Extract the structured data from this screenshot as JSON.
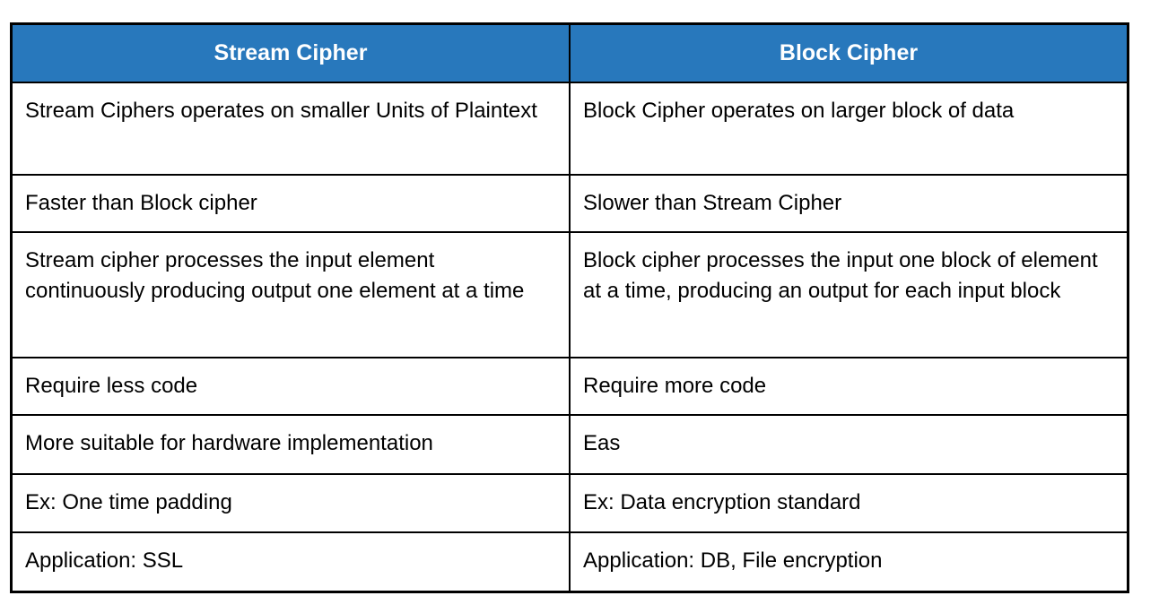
{
  "table": {
    "colors": {
      "header_bg": "#2878bc",
      "header_text": "#ffffff",
      "border": "#000000",
      "body_text": "#000000"
    },
    "headers": [
      {
        "label": "Stream Cipher"
      },
      {
        "label": "Block Cipher"
      }
    ],
    "rows": [
      {
        "left": "Stream Ciphers operates on smaller Units of Plaintext",
        "right": "Block Cipher operates on larger block of data"
      },
      {
        "left": "Faster than Block cipher",
        "right": "Slower than Stream Cipher"
      },
      {
        "left": "Stream cipher processes the input element continuously producing output one element at a time",
        "right": "Block cipher processes the input one block of element at a time, producing an output for each input block"
      },
      {
        "left": "Require less code",
        "right": "Require more code"
      },
      {
        "left": "More suitable for hardware implementation",
        "right": "Eas"
      },
      {
        "left": "Ex: One time padding",
        "right": "Ex: Data encryption standard"
      },
      {
        "left": "Application: SSL",
        "right": "Application: DB, File encryption"
      }
    ]
  }
}
